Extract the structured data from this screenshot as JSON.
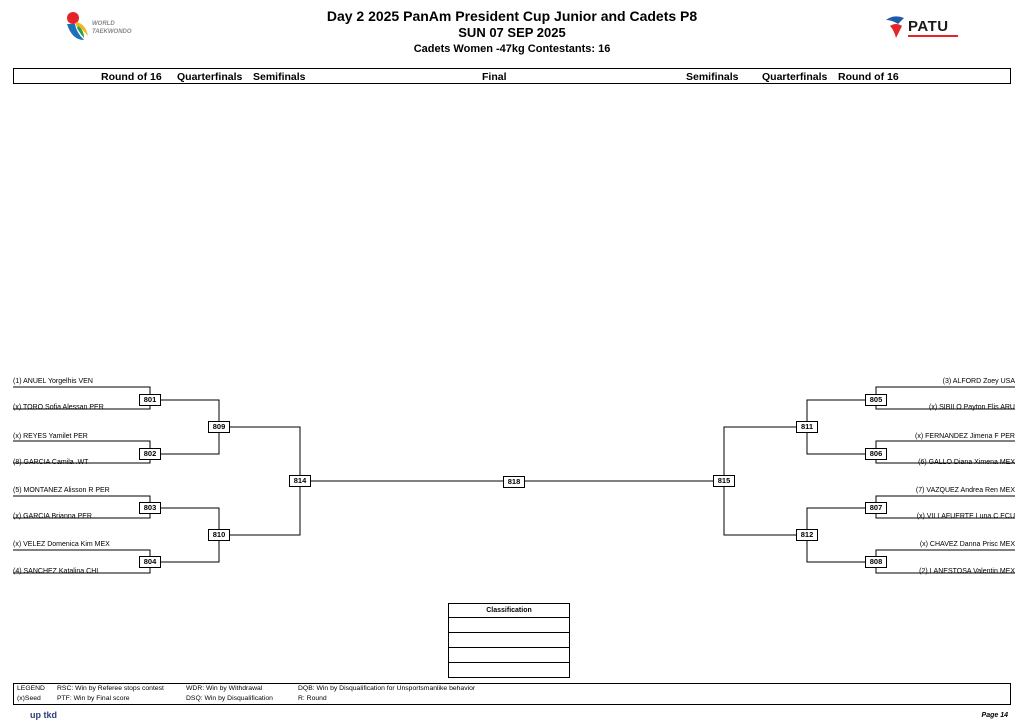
{
  "header": {
    "title": "Day 2 2025 PanAm President Cup  Junior and Cadets P8",
    "date": "SUN 07 SEP 2025",
    "category": "Cadets  Women -47kg  Contestants: 16",
    "logo_left_line1": "WORLD",
    "logo_left_line2": "TAEKWONDO",
    "logo_right": "PATU"
  },
  "rounds_left": [
    "Round of 16",
    "Quarterfinals",
    "Semifinals"
  ],
  "round_final": "Final",
  "rounds_right": [
    "Semifinals",
    "Quarterfinals",
    "Round of 16"
  ],
  "competitors_left": [
    "(1) ANUEL Yorgelhis VEN",
    "(x) TORO Sofia Alessan PER",
    "(x) REYES Yamilet PER",
    "(8) GARCIA Camila .WT",
    "(5) MONTANEZ Alisson R PER",
    "(x) GARCIA Brianna PER",
    "(x) VELEZ Domenica Kim MEX",
    "(4) SANCHEZ Katalina CHI"
  ],
  "competitors_right": [
    "(3) ALFORD Zoey USA",
    "(x) SIBILO Payton Elis ARU",
    "(x) FERNANDEZ Jimena F PER",
    "(6) GALLO Diana Ximena MEX",
    "(7) VAZQUEZ Andrea Ren MEX",
    "(x) VILLAFUERTE Luna C ECU",
    "(x) CHAVEZ Danna Prisc MEX",
    "(2) LANESTOSA Valentin MEX"
  ],
  "matches": {
    "r16_left": [
      "801",
      "802",
      "803",
      "804"
    ],
    "qf_left": [
      "809",
      "810"
    ],
    "sf_left": "814",
    "final": "818",
    "sf_right": "815",
    "qf_right": [
      "811",
      "812"
    ],
    "r16_right": [
      "805",
      "806",
      "807",
      "808"
    ]
  },
  "classification_title": "Classification",
  "legend": {
    "label": "LEGEND",
    "seed": "(x)Seed",
    "rsc": "RSC: Win by Referee stops contest",
    "ptf": "PTF: Win by Final score",
    "wdr": "WDR: Win by Withdrawal",
    "dsq": "DSQ: Win by Disqualification",
    "dqb": "DQB: Win by Disqualification for Unsportsmanlike behavior",
    "r": "R: Round"
  },
  "footer": {
    "brand": "up tkd",
    "page": "Page 14"
  }
}
